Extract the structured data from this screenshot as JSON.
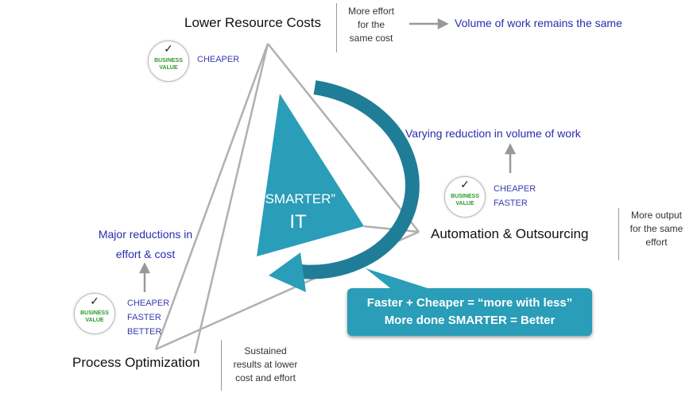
{
  "nodes": {
    "lower": {
      "title": "Lower Resource Costs",
      "note": [
        "More effort",
        "for the",
        "same cost"
      ],
      "result": "Volume of work remains the same",
      "benefits": [
        "CHEAPER"
      ]
    },
    "automation": {
      "title": "Automation & Outsourcing",
      "note": [
        "More output",
        "for the same",
        "effort"
      ],
      "result": "Varying reduction in volume of work",
      "benefits": [
        "CHEAPER",
        "FASTER"
      ]
    },
    "process": {
      "title": "Process Optimization",
      "note": [
        "Sustained",
        "results at lower",
        "cost and effort"
      ],
      "result": [
        "Major reductions in",
        "effort & cost"
      ],
      "benefits": [
        "CHEAPER",
        "FASTER",
        "BETTER"
      ]
    }
  },
  "badge": {
    "line1": "BUSINESS",
    "line2": "VALUE"
  },
  "center": {
    "line1": "“SMARTER”",
    "line2": "IT"
  },
  "callout": {
    "line1": "Faster + Cheaper = “more with less”",
    "line2": "More done SMARTER = Better"
  },
  "colors": {
    "teal": "#2a9db8",
    "dark_teal": "#1f7d97",
    "blue_text": "#2b2bb0",
    "gray": "#aaaaaa"
  }
}
